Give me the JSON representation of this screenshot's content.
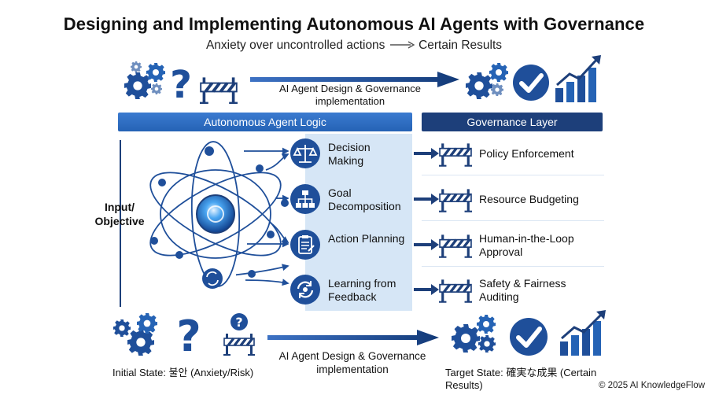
{
  "title": "Designing and Implementing Autonomous AI Agents with Governance",
  "subtitle": {
    "from": "Anxiety over uncontrolled actions",
    "to": "Certain Results"
  },
  "top_arrow_label": "AI Agent Design & Governance implementation",
  "sections": {
    "logic_header": "Autonomous Agent Logic",
    "governance_header": "Governance Layer"
  },
  "input_label": "Input/ Objective",
  "logic_steps": [
    {
      "label": "Decision Making",
      "icon": "scales-icon"
    },
    {
      "label": "Goal Decomposition",
      "icon": "hierarchy-icon"
    },
    {
      "label": "Action Planning",
      "icon": "clipboard-icon"
    },
    {
      "label": "Learning from Feedback",
      "icon": "cycle-icon"
    }
  ],
  "governance_items": [
    {
      "label": "Policy Enforcement",
      "icon": "barrier-icon"
    },
    {
      "label": "Resource Budgeting",
      "icon": "barrier-icon"
    },
    {
      "label": "Human-in-the-Loop Approval",
      "icon": "barrier-icon"
    },
    {
      "label": "Safety & Fairness Auditing",
      "icon": "barrier-icon"
    }
  ],
  "bottom": {
    "arrow_label": "AI Agent Design & Governance implementation",
    "initial_state": "Initial State: 불안 (Anxiety/Risk)",
    "target_state": "Target State: 確実な成果 (Certain Results)"
  },
  "footer": "© 2025 AI KnowledgeFlow",
  "colors": {
    "primary_blue": "#2563b5",
    "navy": "#1d3f7a",
    "panel_light": "#d6e6f6",
    "icon_blue": "#1f4f9a"
  }
}
